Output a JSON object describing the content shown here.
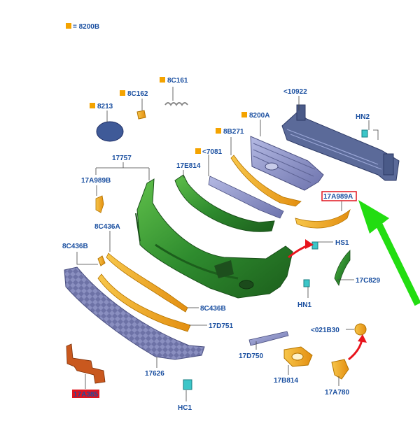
{
  "legend": {
    "marker_color": "#f4a300",
    "text": "= 8200B"
  },
  "labels": {
    "p10922": "<10922",
    "p8C161": "8C161",
    "p8C162": "8C162",
    "p8213": "8213",
    "p8200A": "8200A",
    "pHN2": "HN2",
    "p8B271": "8B271",
    "p7081": "<7081",
    "p17757": "17757",
    "p17E814": "17E814",
    "p17A989B": "17A989B",
    "p17A989A": "17A989A",
    "p8C436A": "8C436A",
    "p8C436B_left": "8C436B",
    "pHS1": "HS1",
    "p17C829": "17C829",
    "pHN1": "HN1",
    "p8C436B_low": "8C436B",
    "p17D751": "17D751",
    "p021B30": "<021B30",
    "p17D750": "17D750",
    "p17626": "17626",
    "p17B814": "17B814",
    "p17A780": "17A780",
    "pHC1": "HC1",
    "p17A385": "17A385"
  },
  "colors": {
    "label_text": "#1a4fa0",
    "highlight_box": "#e0141e",
    "green_arrow": "#22dd11",
    "red_arrow": "#e8141c",
    "bumper_green": "#2e8b2e",
    "chrome_blue": "#8f95c8",
    "orange_trim": "#f0a81a",
    "bracket_red": "#c9581e",
    "clip_teal": "#3cc6c8"
  }
}
